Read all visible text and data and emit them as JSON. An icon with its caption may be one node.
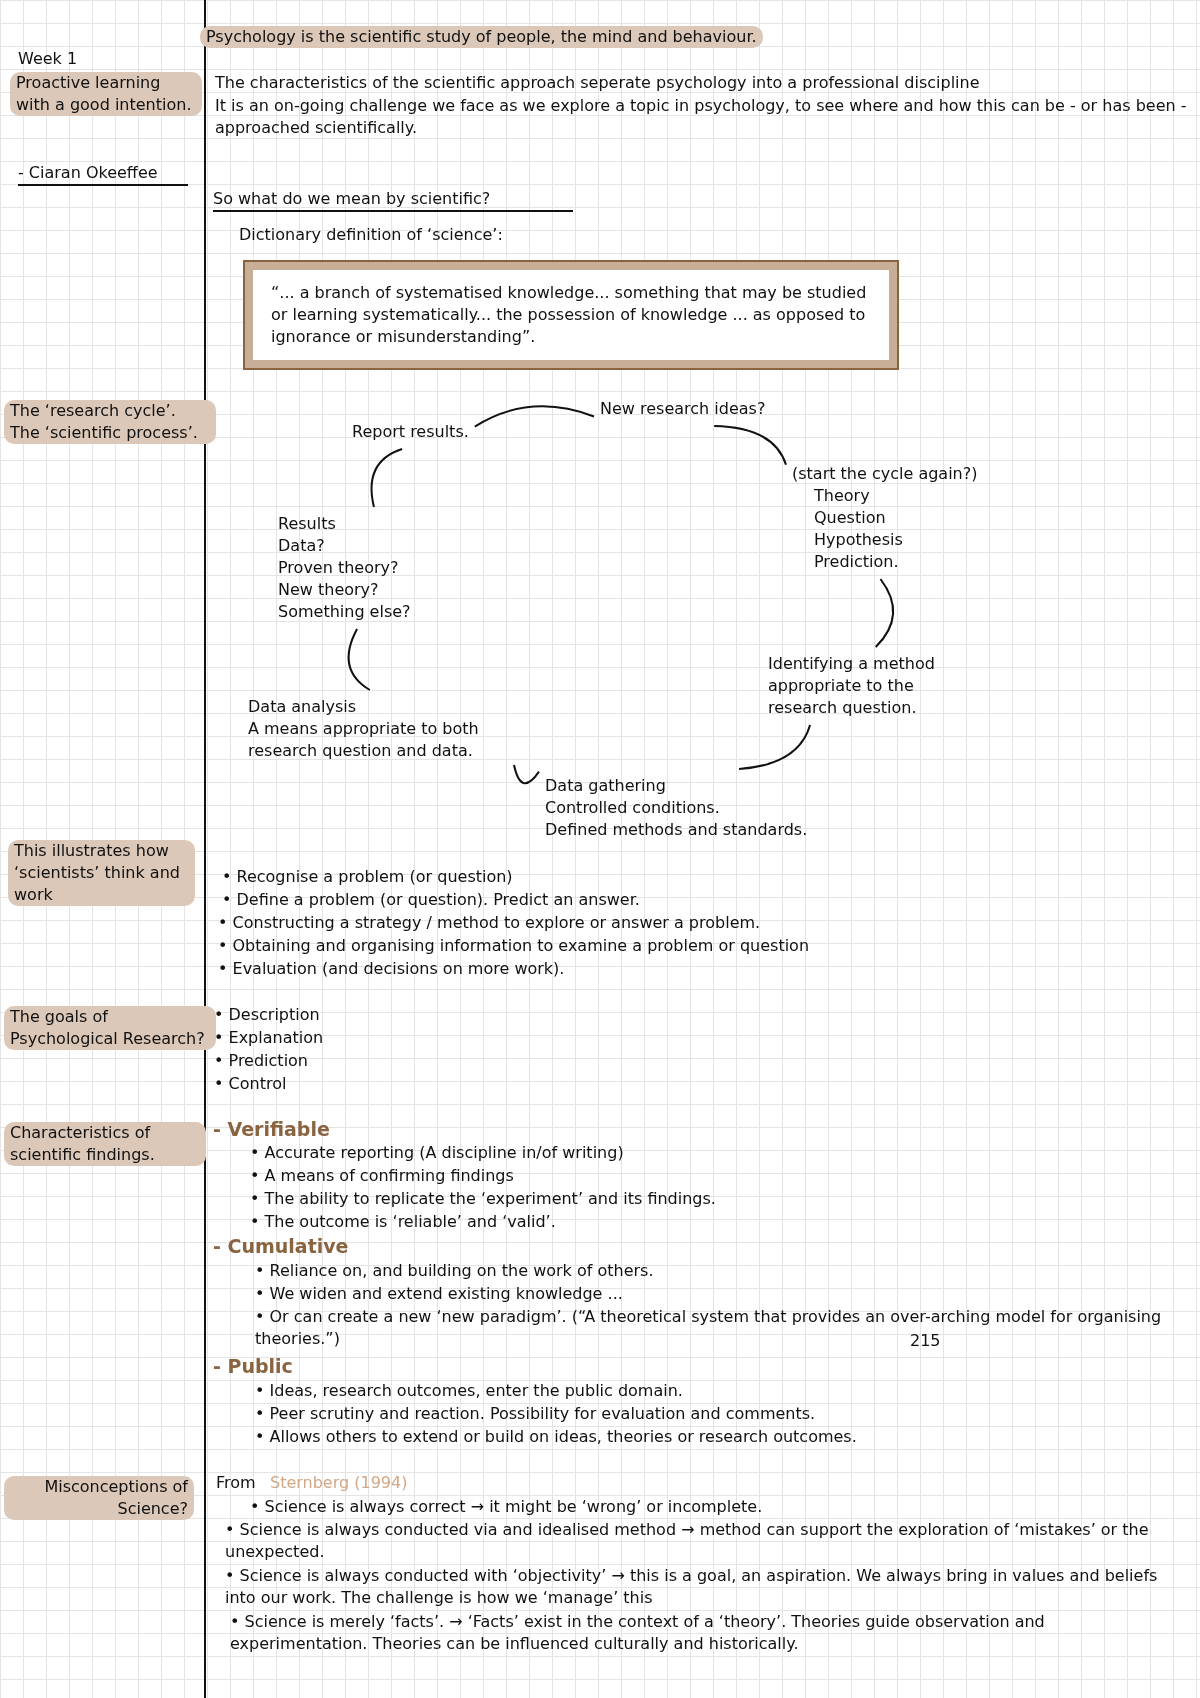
{
  "diagram": {
    "nodes": [
      {
        "text": [
          "“... a branch of systematised knowledge... something that may be studied or learning systematically... the possession of knowledge ... as opposed to ignorance or misunderstanding”."
        ],
        "beside": [
          "Dictionary definition of ‘science’:"
        ]
      },
      {
        "text": [
          "New research ideas?"
        ]
      },
      {
        "text": [
          "(start the cycle again?)",
          "Theory",
          "Question",
          "Hypothesis",
          "Prediction."
        ]
      },
      {
        "text": [
          "Identifying a method appropriate to the research question."
        ]
      },
      {
        "text": [
          "Data gathering",
          "Controlled conditions.",
          "Defined methods and standards."
        ]
      },
      {
        "text": [
          "Data analysis",
          "A means appropriate to both research question and data."
        ]
      },
      {
        "text": [
          "Results",
          "Data?",
          "Proven theory?",
          "New theory?",
          "Something else?"
        ]
      },
      {
        "text": [
          "Report results."
        ]
      }
    ],
    "edges": [
      {
        "from": 7,
        "to": 1,
        "arrow": "none"
      },
      {
        "from": 1,
        "to": 2,
        "arrow": "none"
      },
      {
        "from": 2,
        "to": 3,
        "arrow": "none"
      },
      {
        "from": 3,
        "to": 4,
        "arrow": "none"
      },
      {
        "from": 4,
        "to": 5,
        "arrow": "none"
      },
      {
        "from": 5,
        "to": 6,
        "arrow": "none"
      },
      {
        "from": 6,
        "to": 7,
        "arrow": "none"
      }
    ],
    "labels": [
      "Week 1",
      "Proactive learning with a good intention.",
      "- Ciaran Okeeffee",
      "Psychology is the scientific study of people, the mind and behaviour.",
      "The characteristics of the scientific approach seperate psychology into a professional discipline",
      "It is an on-going challenge we face as we explore a topic in psychology, to see where and how this can be - or has been - approached scientifically.",
      "So what do we mean by scientific?",
      "The ‘research cycle’. The ‘scientific process’.",
      "This illustrates how ‘scientists’ think and work",
      "• Recognise a problem (or question)",
      "• Define a problem (or question). Predict an answer.",
      "• Constructing a strategy / method to explore or answer a problem.",
      "• Obtaining and organising information to examine a problem or question",
      "• Evaluation (and decisions on more work).",
      "The goals of Psychological Research?",
      "• Description",
      "• Explanation",
      "• Prediction",
      "• Control",
      "Characteristics of scientific findings.",
      "- Verifiable",
      "• Accurate reporting (A discipline in/of writing)",
      "• A means of confirming findings",
      "• The ability to replicate the ‘experiment’ and its findings.",
      "• The outcome is ‘reliable’ and ‘valid’.",
      "- Cumulative",
      "• Reliance on, and building on the work of others.",
      "• We widen and extend existing knowledge ...",
      "• Or can create a new ‘new paradigm’. (“A theoretical system that provides an over-arching model for organising theories.”)",
      "215",
      "- Public",
      "• Ideas, research outcomes, enter the public domain.",
      "• Peer scrutiny and reaction. Possibility for evaluation and comments.",
      "• Allows others to extend or build on ideas, theories or research outcomes.",
      "Misconceptions of Science?",
      "From",
      "Sternberg (1994)",
      "• Science is always correct → it might be ‘wrong’ or incomplete.",
      "• Science is always conducted via and idealised method → method can support the exploration of ‘mistakes’ or the unexpected.",
      "• Science is always conducted with ‘objectivity’ → this is a goal, an aspiration. We always bring in values and beliefs into our work. The challenge is how we ‘manage’ this",
      "• Science is merely ‘facts’. → ‘Facts’ exist in the context of a ‘theory’. Theories guide observation and experimentation. Theories can be influenced culturally and historically."
    ]
  }
}
